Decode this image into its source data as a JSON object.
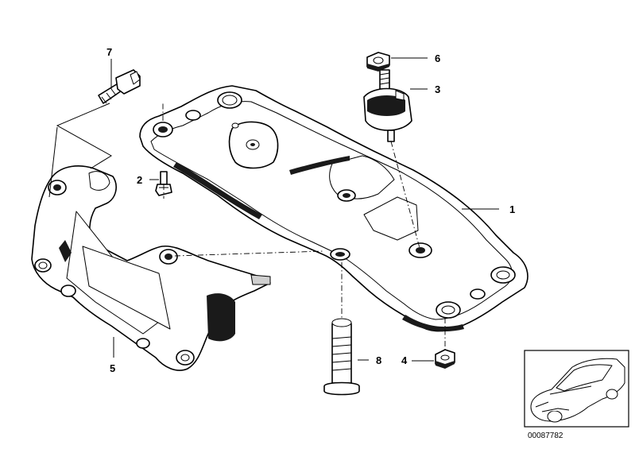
{
  "diagram": {
    "title": "Transmission suspension exploded view",
    "callouts": [
      {
        "id": "1",
        "label": "1"
      },
      {
        "id": "2",
        "label": "2"
      },
      {
        "id": "3",
        "label": "3"
      },
      {
        "id": "4",
        "label": "4"
      },
      {
        "id": "5",
        "label": "5"
      },
      {
        "id": "6",
        "label": "6"
      },
      {
        "id": "7",
        "label": "7"
      },
      {
        "id": "8",
        "label": "8"
      }
    ],
    "reference_number": "00087782",
    "thumbnail_icon": "car-icon"
  }
}
